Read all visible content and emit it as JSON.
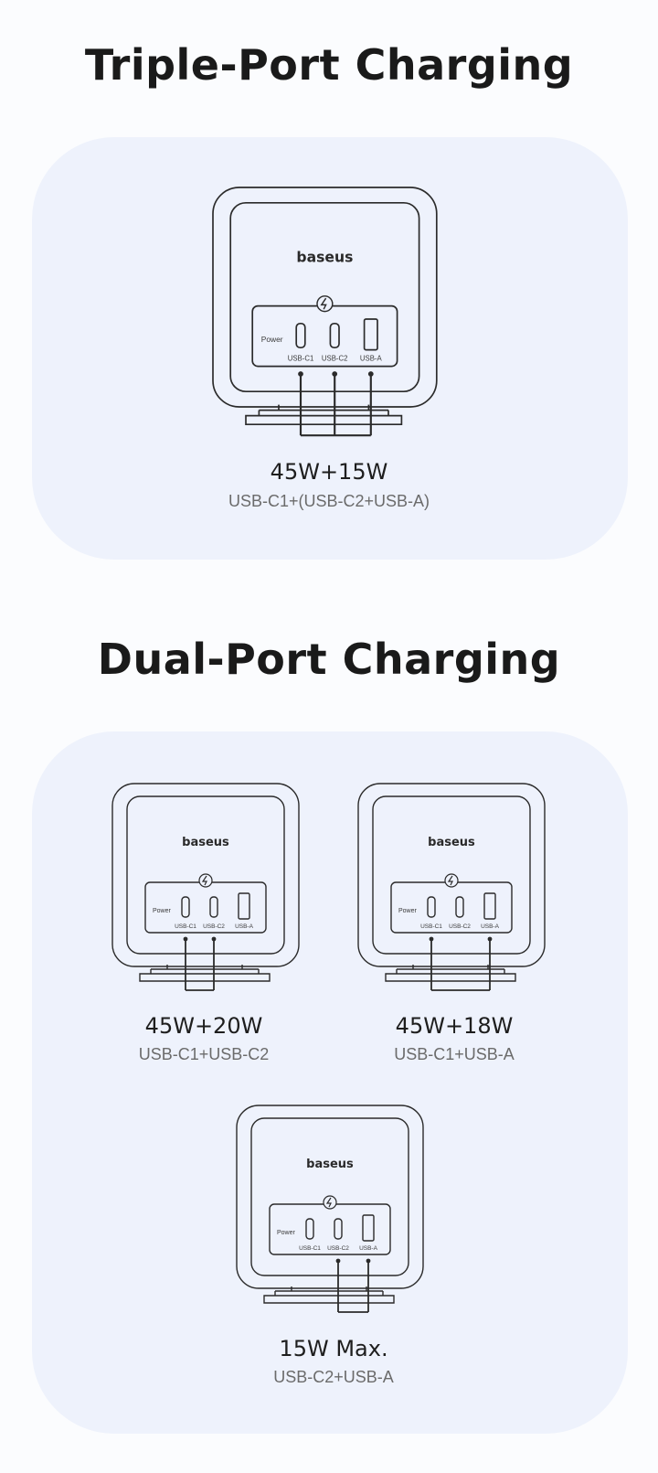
{
  "triple": {
    "title": "Triple-Port Charging",
    "config": {
      "wattage": "45W+15W",
      "ports": "USB-C1+(USB-C2+USB-A)",
      "active_ports": [
        "USB-C1",
        "USB-C2",
        "USB-A"
      ]
    }
  },
  "dual": {
    "title": "Dual-Port Charging",
    "configs": [
      {
        "wattage": "45W+20W",
        "ports": "USB-C1+USB-C2",
        "active_ports": [
          "USB-C1",
          "USB-C2"
        ]
      },
      {
        "wattage": "45W+18W",
        "ports": "USB-C1+USB-A",
        "active_ports": [
          "USB-C1",
          "USB-A"
        ]
      },
      {
        "wattage": "15W Max.",
        "ports": "USB-C2+USB-A",
        "active_ports": [
          "USB-C2",
          "USB-A"
        ]
      }
    ]
  },
  "device": {
    "brand": "baseus",
    "power_label": "Power",
    "port_labels": [
      "USB-C1",
      "USB-C2",
      "USB-A"
    ],
    "icon": "power-bolt-icon"
  },
  "colors": {
    "panel": "#eef2fc",
    "line": "#2b2b2b",
    "background": "#fbfcfe"
  }
}
